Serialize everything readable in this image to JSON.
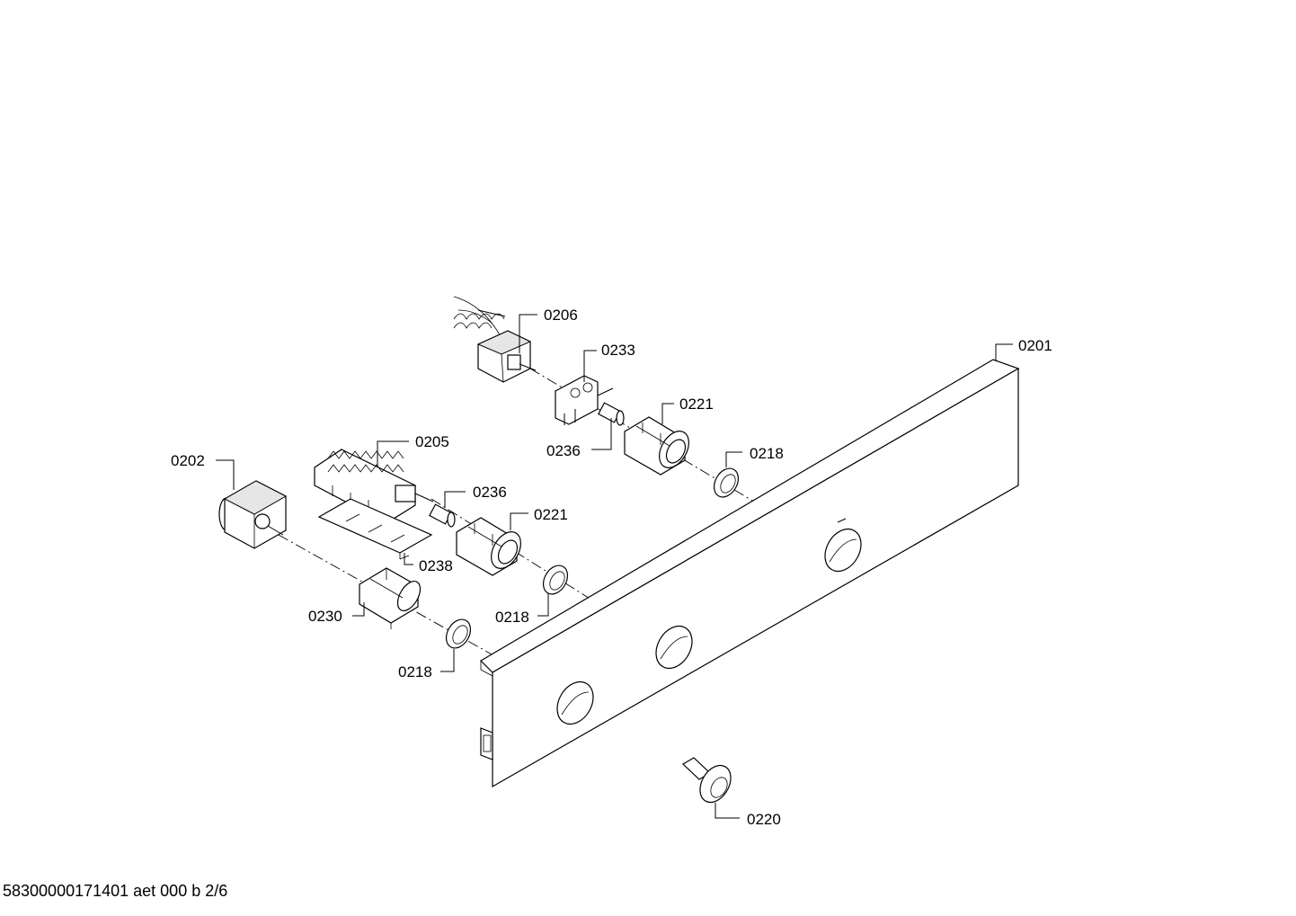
{
  "labels": {
    "l0206": "0206",
    "l0233": "0233",
    "l0201": "0201",
    "l0221a": "0221",
    "l0236a": "0236",
    "l0218a": "0218",
    "l0205": "0205",
    "l0202": "0202",
    "l0236b": "0236",
    "l0221b": "0221",
    "l0238": "0238",
    "l0230": "0230",
    "l0218b": "0218",
    "l0218c": "0218",
    "l0220": "0220"
  },
  "footer": {
    "document_id": "58300000171401 aet 000 b 2/6"
  }
}
